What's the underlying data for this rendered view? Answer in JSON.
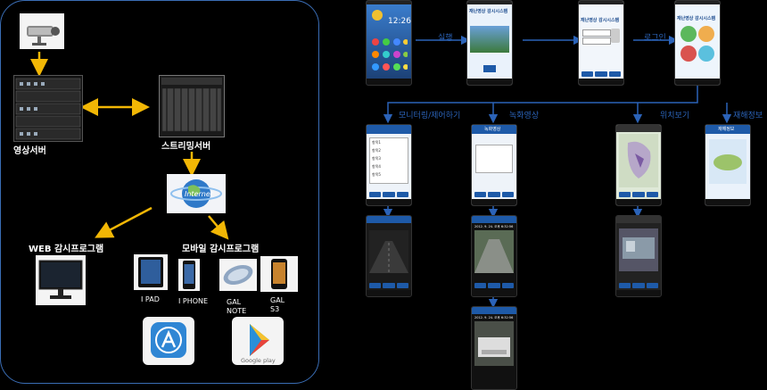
{
  "left": {
    "video_server": "영상서버",
    "streaming_server": "스트리밍서버",
    "web_program": "WEB 감시프로그램",
    "mobile_program": "모바일 감시프로그램",
    "ipad": "I PAD",
    "iphone": "I PHONE",
    "gal_note": "GAL\nNOTE",
    "gal_s3": "GAL\nS3",
    "internet": "Internet",
    "google_play": "Google play"
  },
  "right": {
    "flow1": "실행",
    "flow2": "로그인",
    "branch1": "모니터링/제어하기",
    "branch2": "녹화영상",
    "branch3": "위치보기",
    "branch4": "재해정보",
    "app_title": "재난영상 감시시스템",
    "tab1": "녹화영상",
    "tab2": "재해정보",
    "menu": [
      "항목1",
      "항목2",
      "항목3",
      "항목4",
      "항목5"
    ],
    "clock": "12:26",
    "cctv_date": "2012. 9. 24. 오후 6:32:56"
  },
  "colors": {
    "panel_border": "#3a6db5",
    "arrow_yellow": "#f2b705",
    "flow_blue": "#2b63b8"
  }
}
